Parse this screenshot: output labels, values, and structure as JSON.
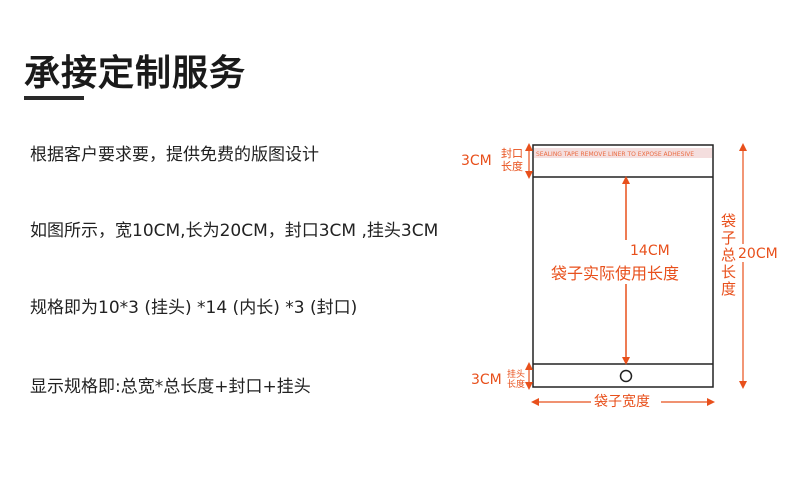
{
  "title": "承接定制服务",
  "lines": [
    "根据客户要求要，提供免费的版图设计",
    "如图所示，宽10CM,长为20CM，封口3CM ,挂头3CM",
    "规格即为10*3 (挂头) *14 (内长) *3 (封口)",
    "显示规格即:总宽*总长度+封口+挂头"
  ],
  "diagram": {
    "seal_measure": "3CM",
    "seal_label_1": "封口",
    "seal_label_2": "长度",
    "tape_text": "SEALING TAPE REMOVE LINER TO EXPOSE ADHESIVE",
    "inner_measure": "14CM",
    "inner_label": "袋子实际使用长度",
    "hang_measure": "3CM",
    "hang_label_1": "挂头",
    "hang_label_2": "长度",
    "total_label_chars": [
      "袋",
      "子",
      "总",
      "长",
      "度"
    ],
    "total_measure": "20CM",
    "width_label": "袋子宽度",
    "accent_color": "#e8501c"
  }
}
